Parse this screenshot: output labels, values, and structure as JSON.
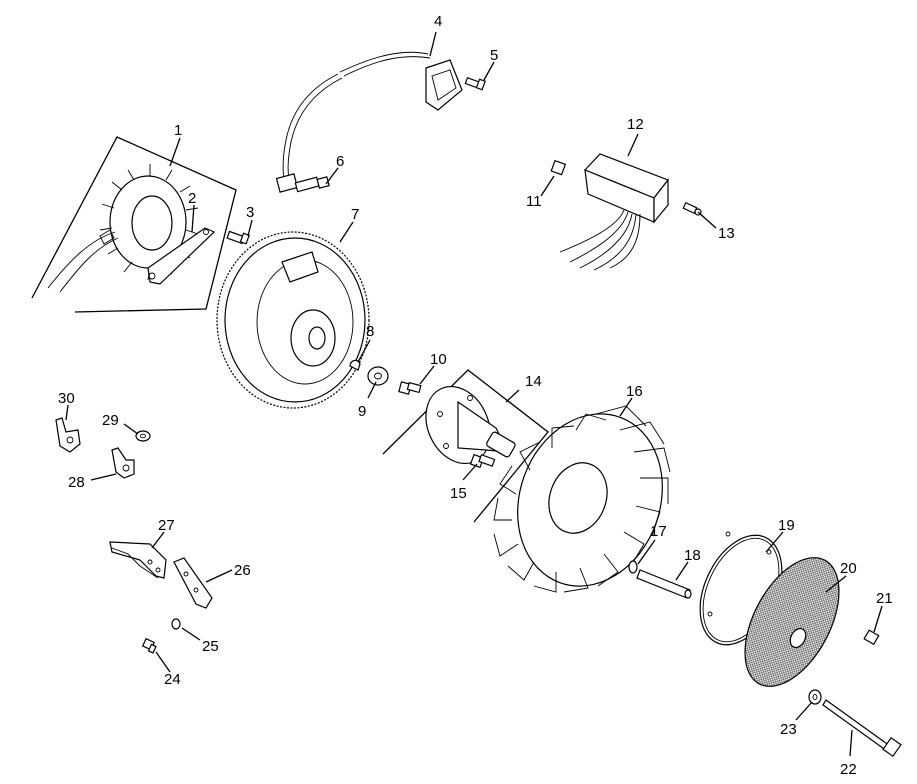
{
  "callouts": [
    "1",
    "2",
    "3",
    "4",
    "5",
    "6",
    "7",
    "8",
    "9",
    "10",
    "11",
    "12",
    "13",
    "14",
    "15",
    "16",
    "17",
    "18",
    "19",
    "20",
    "21",
    "22",
    "23",
    "24",
    "25",
    "26",
    "27",
    "28",
    "29",
    "30"
  ],
  "parts": [
    {
      "callout": "1",
      "name": "stator",
      "icon": "stator-icon"
    },
    {
      "callout": "2",
      "name": "bracket",
      "icon": "bracket-icon"
    },
    {
      "callout": "3",
      "name": "screw",
      "icon": "screw-icon"
    },
    {
      "callout": "4",
      "name": "ignition-module-lead",
      "icon": "module-lead-icon"
    },
    {
      "callout": "5",
      "name": "screw",
      "icon": "screw-icon"
    },
    {
      "callout": "6",
      "name": "spark-plug-boot",
      "icon": "plug-boot-icon"
    },
    {
      "callout": "7",
      "name": "flywheel",
      "icon": "flywheel-icon"
    },
    {
      "callout": "8",
      "name": "key",
      "icon": "key-icon"
    },
    {
      "callout": "9",
      "name": "washer",
      "icon": "washer-icon"
    },
    {
      "callout": "10",
      "name": "bolt",
      "icon": "bolt-icon"
    },
    {
      "callout": "11",
      "name": "nut",
      "icon": "nut-icon"
    },
    {
      "callout": "12",
      "name": "rectifier-regulator",
      "icon": "regulator-icon"
    },
    {
      "callout": "13",
      "name": "screw",
      "icon": "screw-icon"
    },
    {
      "callout": "14",
      "name": "drive-hub",
      "icon": "hub-icon"
    },
    {
      "callout": "15",
      "name": "bolt",
      "icon": "bolt-icon"
    },
    {
      "callout": "16",
      "name": "fan",
      "icon": "fan-icon"
    },
    {
      "callout": "17",
      "name": "washer",
      "icon": "washer-icon"
    },
    {
      "callout": "18",
      "name": "pin",
      "icon": "pin-icon"
    },
    {
      "callout": "19",
      "name": "gasket-ring",
      "icon": "ring-icon"
    },
    {
      "callout": "20",
      "name": "screen",
      "icon": "screen-icon"
    },
    {
      "callout": "21",
      "name": "nut",
      "icon": "nut-icon"
    },
    {
      "callout": "22",
      "name": "long-bolt",
      "icon": "bolt-icon"
    },
    {
      "callout": "23",
      "name": "washer",
      "icon": "washer-icon"
    },
    {
      "callout": "24",
      "name": "screw",
      "icon": "screw-icon"
    },
    {
      "callout": "25",
      "name": "washer",
      "icon": "washer-icon"
    },
    {
      "callout": "26",
      "name": "plate",
      "icon": "plate-icon"
    },
    {
      "callout": "27",
      "name": "bracket-with-wire",
      "icon": "bracket-icon"
    },
    {
      "callout": "28",
      "name": "clip",
      "icon": "clip-icon"
    },
    {
      "callout": "29",
      "name": "washer",
      "icon": "washer-icon"
    },
    {
      "callout": "30",
      "name": "clip",
      "icon": "clip-icon"
    }
  ]
}
